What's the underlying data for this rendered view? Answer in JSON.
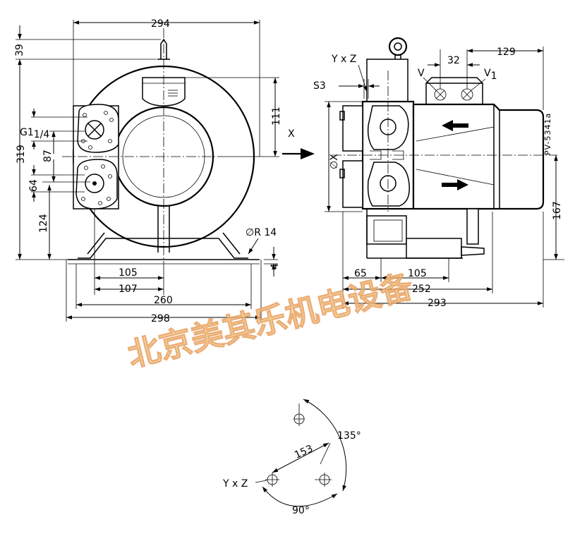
{
  "dimensions": {
    "top_width": "294",
    "top_offset": "39",
    "height_total": "319",
    "flange_height": "111",
    "port_spacing": "87",
    "port_offset": "64",
    "shaft_height": "124",
    "foot_inner": "105",
    "foot_inner2": "107",
    "foot_span": "260",
    "base_width": "298",
    "radius_label": "∅R 14",
    "foot_thickness": "4",
    "side_top_right": "129",
    "valve_spacing": "32",
    "side_height": "167",
    "side_foot_offset": "65",
    "side_foot_span": "105",
    "side_length_base": "252",
    "side_length_total": "293"
  },
  "labels": {
    "thread_label": "G1",
    "thread_sub": "1/4",
    "view_x": "X",
    "yxz_top": "Y x Z",
    "s3": "S3",
    "valve_v": "V",
    "valve_v1": "V",
    "valve_v1_sub": "1",
    "diameter_x": "∅X",
    "drawing_code": "PV-5341a",
    "detail_radius": "153",
    "detail_angle_135": "135°",
    "detail_angle_90": "90°",
    "yxz_detail": "Y x Z"
  },
  "watermark": "北京美其乐机电设备",
  "colors": {
    "watermark_fill": "#f7e3a6",
    "watermark_stroke": "#e8a060",
    "line": "#000000"
  }
}
